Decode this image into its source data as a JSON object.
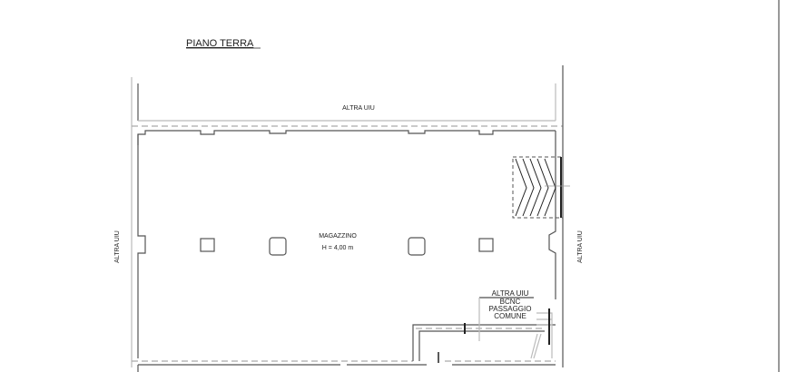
{
  "title": "PIANO TERRA",
  "labels": {
    "top_neighbor": "ALTRA UIU",
    "left_neighbor": "ALTRA UIU",
    "right_neighbor": "ALTRA UIU",
    "room_name": "MAGAZZINO",
    "room_height": "H = 4,00 m",
    "common_area": [
      "ALTRA UIU",
      "BCNC",
      "PASSAGGIO",
      "COMUNE"
    ]
  }
}
